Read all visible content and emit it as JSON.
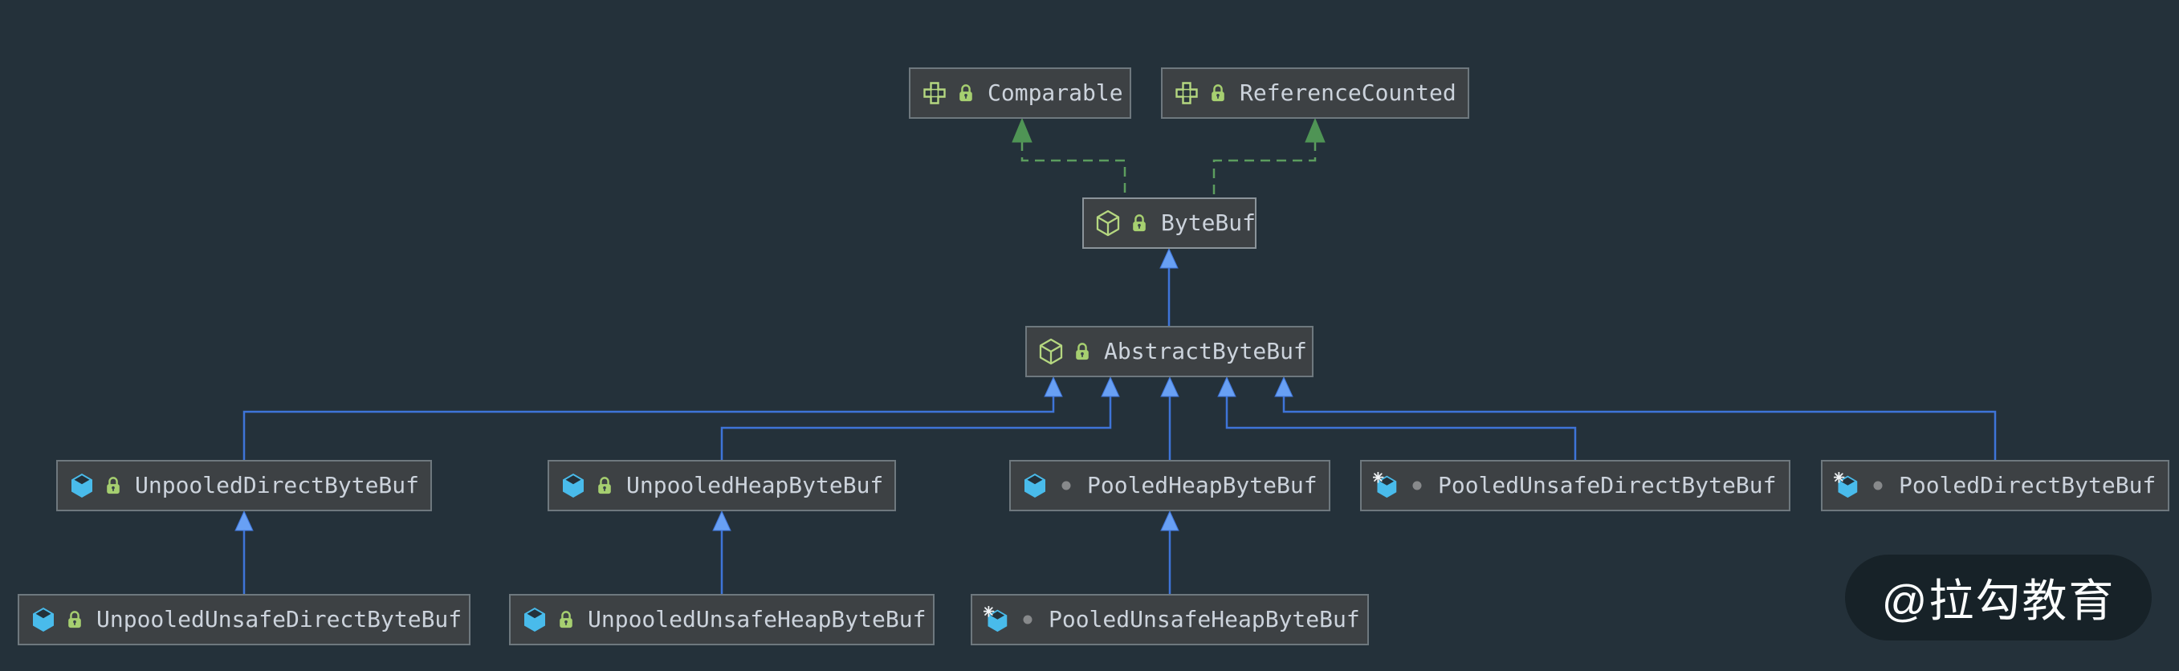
{
  "diagram_type": "uml-class-hierarchy",
  "colors": {
    "canvas_background": "#24313a",
    "node_fill": "#3d4144",
    "node_border": "#6e787e",
    "node_text": "#ccd3dc",
    "extends_line_blue": "#3e74d8",
    "extends_arrow_blue": "#68a0f4",
    "implements_line_green": "#5c9d5e",
    "implements_arrow_green": "#4f9455",
    "icon_green": "#b5d780",
    "icon_lock_green": "#a6cf70",
    "icon_class_blue": "#49bbeb",
    "icon_package_dot_gray": "#87898b"
  },
  "nodes": [
    {
      "label": "Comparable",
      "kind": "interface",
      "visibility": "public"
    },
    {
      "label": "ReferenceCounted",
      "kind": "interface",
      "visibility": "public"
    },
    {
      "label": "ByteBuf",
      "kind": "abstract-class",
      "visibility": "public"
    },
    {
      "label": "AbstractByteBuf",
      "kind": "abstract-class",
      "visibility": "public"
    },
    {
      "label": "UnpooledDirectByteBuf",
      "kind": "class",
      "visibility": "public"
    },
    {
      "label": "UnpooledHeapByteBuf",
      "kind": "class",
      "visibility": "public"
    },
    {
      "label": "PooledHeapByteBuf",
      "kind": "class",
      "visibility": "package-private"
    },
    {
      "label": "PooledUnsafeDirectByteBuf",
      "kind": "final-class",
      "visibility": "package-private"
    },
    {
      "label": "PooledDirectByteBuf",
      "kind": "final-class",
      "visibility": "package-private"
    },
    {
      "label": "UnpooledUnsafeDirectByteBuf",
      "kind": "class",
      "visibility": "public"
    },
    {
      "label": "UnpooledUnsafeHeapByteBuf",
      "kind": "class",
      "visibility": "public"
    },
    {
      "label": "PooledUnsafeHeapByteBuf",
      "kind": "final-class",
      "visibility": "package-private"
    }
  ],
  "edges": [
    {
      "from": "ByteBuf",
      "to": "Comparable",
      "type": "implements"
    },
    {
      "from": "ByteBuf",
      "to": "ReferenceCounted",
      "type": "implements"
    },
    {
      "from": "AbstractByteBuf",
      "to": "ByteBuf",
      "type": "extends"
    },
    {
      "from": "UnpooledDirectByteBuf",
      "to": "AbstractByteBuf",
      "type": "extends"
    },
    {
      "from": "UnpooledHeapByteBuf",
      "to": "AbstractByteBuf",
      "type": "extends"
    },
    {
      "from": "PooledHeapByteBuf",
      "to": "AbstractByteBuf",
      "type": "extends"
    },
    {
      "from": "PooledUnsafeDirectByteBuf",
      "to": "AbstractByteBuf",
      "type": "extends"
    },
    {
      "from": "PooledDirectByteBuf",
      "to": "AbstractByteBuf",
      "type": "extends"
    },
    {
      "from": "UnpooledUnsafeDirectByteBuf",
      "to": "UnpooledDirectByteBuf",
      "type": "extends"
    },
    {
      "from": "UnpooledUnsafeHeapByteBuf",
      "to": "UnpooledHeapByteBuf",
      "type": "extends"
    },
    {
      "from": "PooledUnsafeHeapByteBuf",
      "to": "PooledHeapByteBuf",
      "type": "extends"
    }
  ],
  "watermark": {
    "text": "@拉勾教育"
  }
}
